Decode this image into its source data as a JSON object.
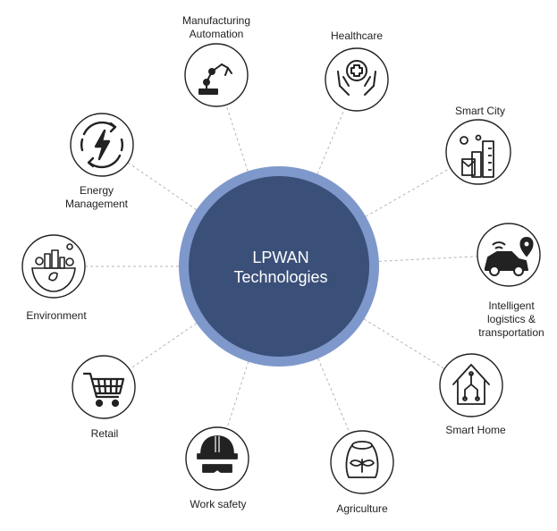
{
  "center": {
    "line1": "LPWAN",
    "line2": "Technologies"
  },
  "colors": {
    "hub_fill": "#3b5079",
    "hub_ring": "#7f98cb",
    "connector": "#b5b5b5",
    "icon_stroke": "#222222"
  },
  "nodes": [
    {
      "id": "manufacturing",
      "icon": "robot-arm-icon",
      "lines": [
        "Manufacturing",
        "Automation"
      ]
    },
    {
      "id": "healthcare",
      "icon": "hands-medical-cross-icon",
      "lines": [
        "Healthcare"
      ]
    },
    {
      "id": "smart-city",
      "icon": "city-buildings-icon",
      "lines": [
        "Smart City"
      ]
    },
    {
      "id": "logistics",
      "icon": "car-location-pin-icon",
      "lines": [
        "Intelligent",
        "logistics &",
        "transportation"
      ]
    },
    {
      "id": "smart-home",
      "icon": "circuit-house-icon",
      "lines": [
        "Smart Home"
      ]
    },
    {
      "id": "agriculture",
      "icon": "grain-sack-icon",
      "lines": [
        "Agriculture"
      ]
    },
    {
      "id": "work-safety",
      "icon": "hard-hat-goggles-icon",
      "lines": [
        "Work safety"
      ]
    },
    {
      "id": "retail",
      "icon": "shopping-cart-icon",
      "lines": [
        "Retail"
      ]
    },
    {
      "id": "environment",
      "icon": "eco-city-globe-icon",
      "lines": [
        "Environment"
      ]
    },
    {
      "id": "energy",
      "icon": "energy-cycle-lightning-icon",
      "lines": [
        "Energy",
        "Management"
      ]
    }
  ]
}
